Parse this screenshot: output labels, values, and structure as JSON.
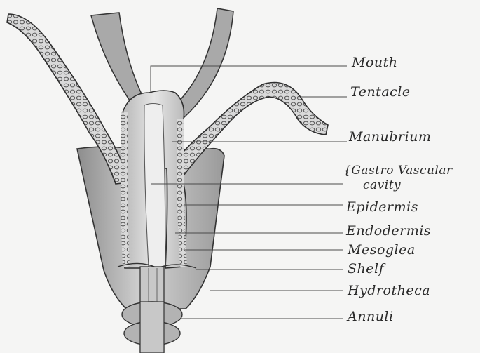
{
  "labels": {
    "mouth": "Mouth",
    "tentacle": "Tentacle",
    "manubrium": "Manubrium",
    "gastrovascular_line1": "{Gastro Vascular",
    "gastrovascular_line2": "cavity",
    "epidermis": "Epidermis",
    "endodermis": "Endodermis",
    "mesoglea": "Mesoglea",
    "shelf": "Shelf",
    "hydrotheca": "Hydrotheca",
    "annuli": "Annuli"
  },
  "colors": {
    "paper": "#f5f5f4",
    "ink": "#2a2a2a",
    "shading": "#8c8c8c"
  }
}
